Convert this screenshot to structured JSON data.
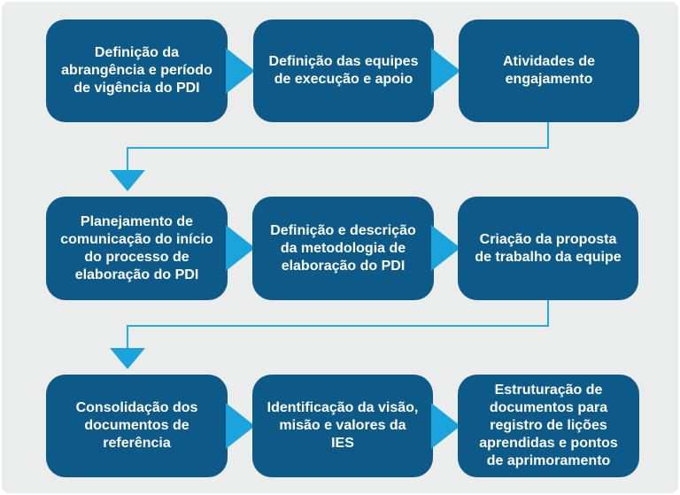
{
  "colors": {
    "page_background": "#ffffff",
    "panel_background": "#ebecec",
    "node_fill": "#0d5a88",
    "arrow_fill": "#1ba3dc",
    "connector_line": "#2aa7de",
    "node_text": "#ffffff"
  },
  "flowchart": {
    "rows": [
      {
        "steps": [
          {
            "label": "Definição da\nabrangência e período\nde vigência do PDI"
          },
          {
            "label": "Definição das equipes\nde execução e apoio"
          },
          {
            "label": "Atividades de\nengajamento"
          }
        ]
      },
      {
        "steps": [
          {
            "label": "Planejamento de\ncomunicação do início\ndo processo de\nelaboração do PDI"
          },
          {
            "label": "Definição e descrição\nda metodologia de\nelaboração do PDI"
          },
          {
            "label": "Criação da proposta\nde trabalho da equipe"
          }
        ]
      },
      {
        "steps": [
          {
            "label": "Consolidação dos\ndocumentos de\nreferência"
          },
          {
            "label": "Identificação da visão,\nmisão e valores da\nIES"
          },
          {
            "label": "Estruturação de\ndocumentos para\nregistro de lições\naprendidas e pontos\nde aprimoramento"
          }
        ]
      }
    ]
  }
}
